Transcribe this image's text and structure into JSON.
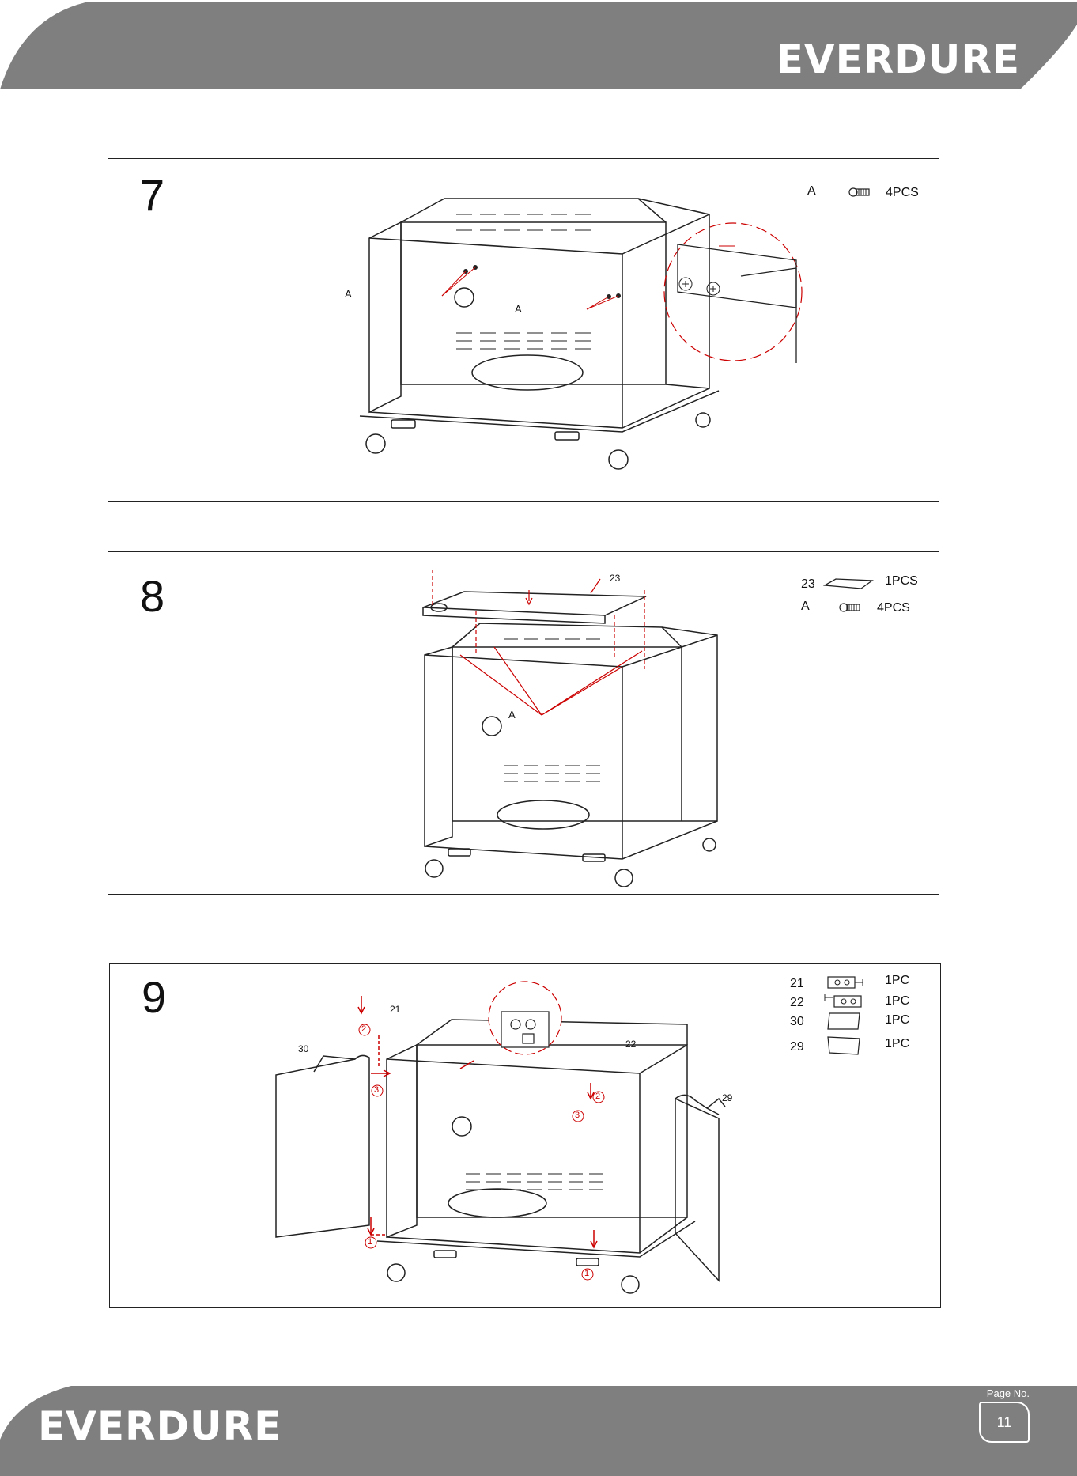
{
  "brand": "EVERDURE",
  "footer": {
    "page_label": "Page No.",
    "page_number": "11"
  },
  "colors": {
    "band": "#7f7f7f",
    "accent": "#d41a1a",
    "line": "#222222"
  },
  "steps": [
    {
      "number": "7",
      "parts": [
        {
          "id": "A",
          "qty": "4PCS",
          "icon": "screw-icon"
        }
      ],
      "callouts": [
        "A",
        "A"
      ]
    },
    {
      "number": "8",
      "parts": [
        {
          "id": "23",
          "qty": "1PCS",
          "icon": "top-panel-icon"
        },
        {
          "id": "A",
          "qty": "4PCS",
          "icon": "screw-icon"
        }
      ],
      "callouts": [
        "23",
        "A"
      ]
    },
    {
      "number": "9",
      "parts": [
        {
          "id": "21",
          "qty": "1PC",
          "icon": "hinge-bracket-icon"
        },
        {
          "id": "22",
          "qty": "1PC",
          "icon": "hinge-bracket-icon"
        },
        {
          "id": "30",
          "qty": "1PC",
          "icon": "door-panel-icon"
        },
        {
          "id": "29",
          "qty": "1PC",
          "icon": "door-panel-icon"
        }
      ],
      "callouts": [
        "21",
        "22",
        "30",
        "29"
      ],
      "sequence": [
        "1",
        "2",
        "3"
      ]
    }
  ]
}
